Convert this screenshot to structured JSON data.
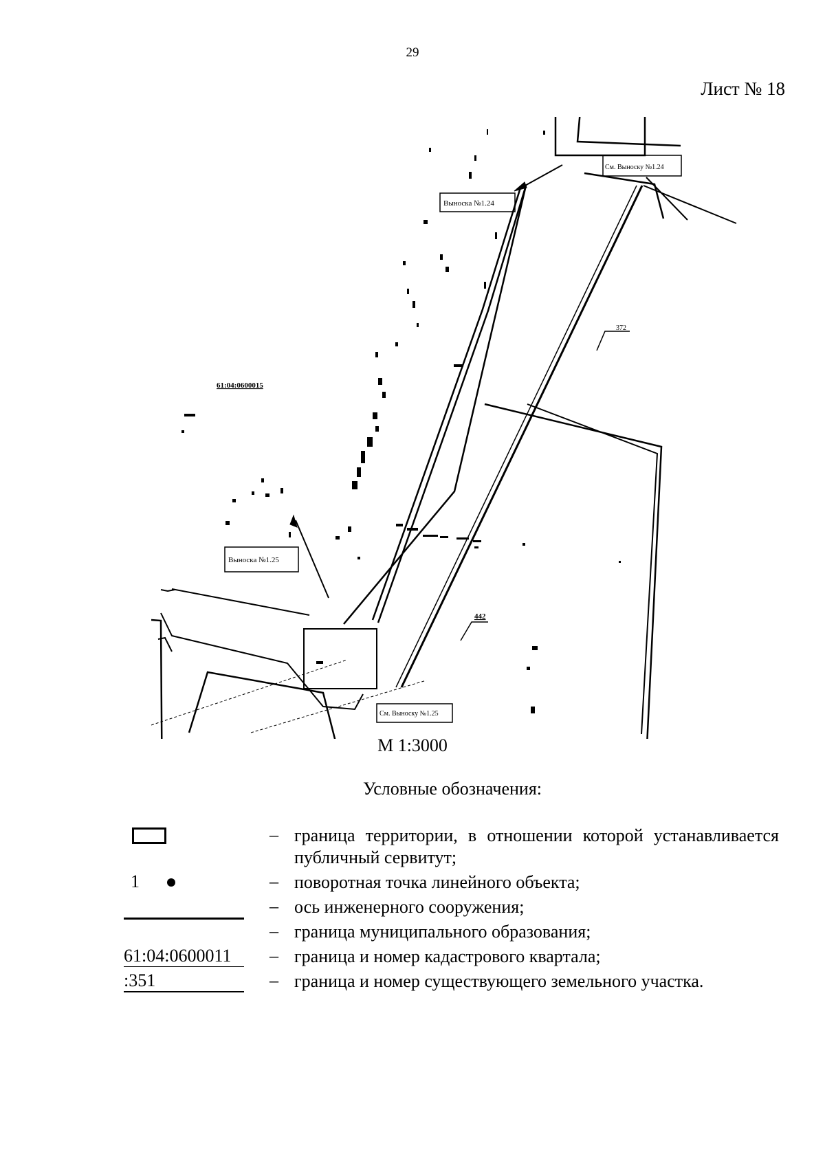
{
  "header": {
    "page_number": "29",
    "sheet_label": "Лист № 18"
  },
  "map": {
    "callouts": {
      "callout_1_24": "Выноска №1.24",
      "see_callout_1_24": "См. Выноску №1.24",
      "callout_1_25": "Выноска №1.25",
      "see_callout_1_25": "См. Выноску №1.25"
    },
    "cadastral_quarter": "61:04:0600015",
    "parcel_numbers": {
      "p442": "442",
      "p372": "372"
    }
  },
  "scale": "М 1:3000",
  "legend": {
    "title": "Условные обозначения:",
    "dash": "–",
    "items": [
      {
        "symbol": "rectangle",
        "description": "граница территории, в отношении которой устанавливается публичный сервитут;"
      },
      {
        "symbol": "point",
        "symbol_text": "1",
        "description": "поворотная точка линейного объекта;"
      },
      {
        "symbol": "none",
        "description": "ось инженерного сооружения;"
      },
      {
        "symbol": "thick-line",
        "description": "граница муниципального образования;"
      },
      {
        "symbol": "cadastral-quarter",
        "symbol_text": "61:04:0600011",
        "description": "граница и номер кадастрового квартала;"
      },
      {
        "symbol": "parcel",
        "symbol_text": ":351",
        "description": "граница и номер существующего земельного участка."
      }
    ]
  }
}
